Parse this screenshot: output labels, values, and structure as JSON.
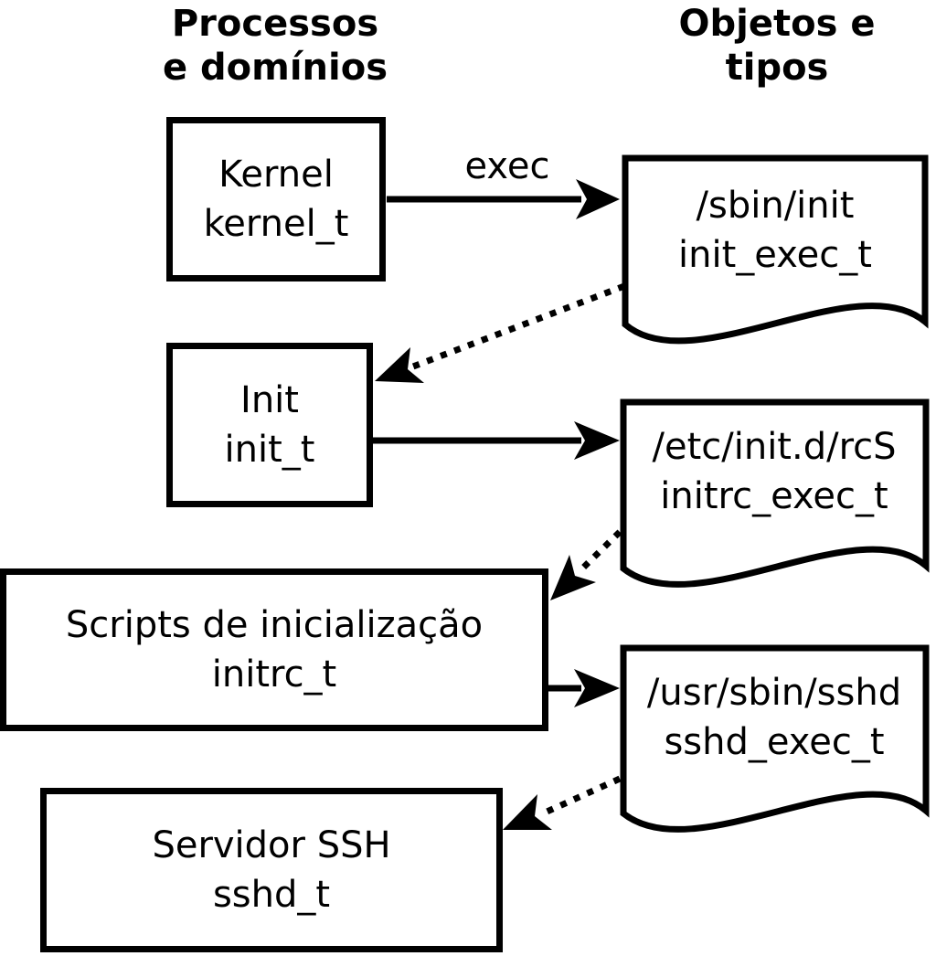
{
  "diagram": {
    "columns": {
      "left": {
        "line1": "Processos",
        "line2": "e domínios"
      },
      "right": {
        "line1": "Objetos e",
        "line2": "tipos"
      }
    },
    "processes": [
      {
        "name": "Kernel",
        "type": "kernel_t"
      },
      {
        "name": "Init",
        "type": "init_t"
      },
      {
        "name": "Scripts de inicialização",
        "type": "initrc_t"
      },
      {
        "name": "Servidor SSH",
        "type": "sshd_t"
      }
    ],
    "objects": [
      {
        "path": "/sbin/init",
        "type": "init_exec_t"
      },
      {
        "path": "/etc/init.d/rcS",
        "type": "initrc_exec_t"
      },
      {
        "path": "/usr/sbin/sshd",
        "type": "sshd_exec_t"
      }
    ],
    "arrows": {
      "exec_label": "exec"
    },
    "colors": {
      "stroke": "#000000",
      "fill": "#ffffff"
    }
  }
}
